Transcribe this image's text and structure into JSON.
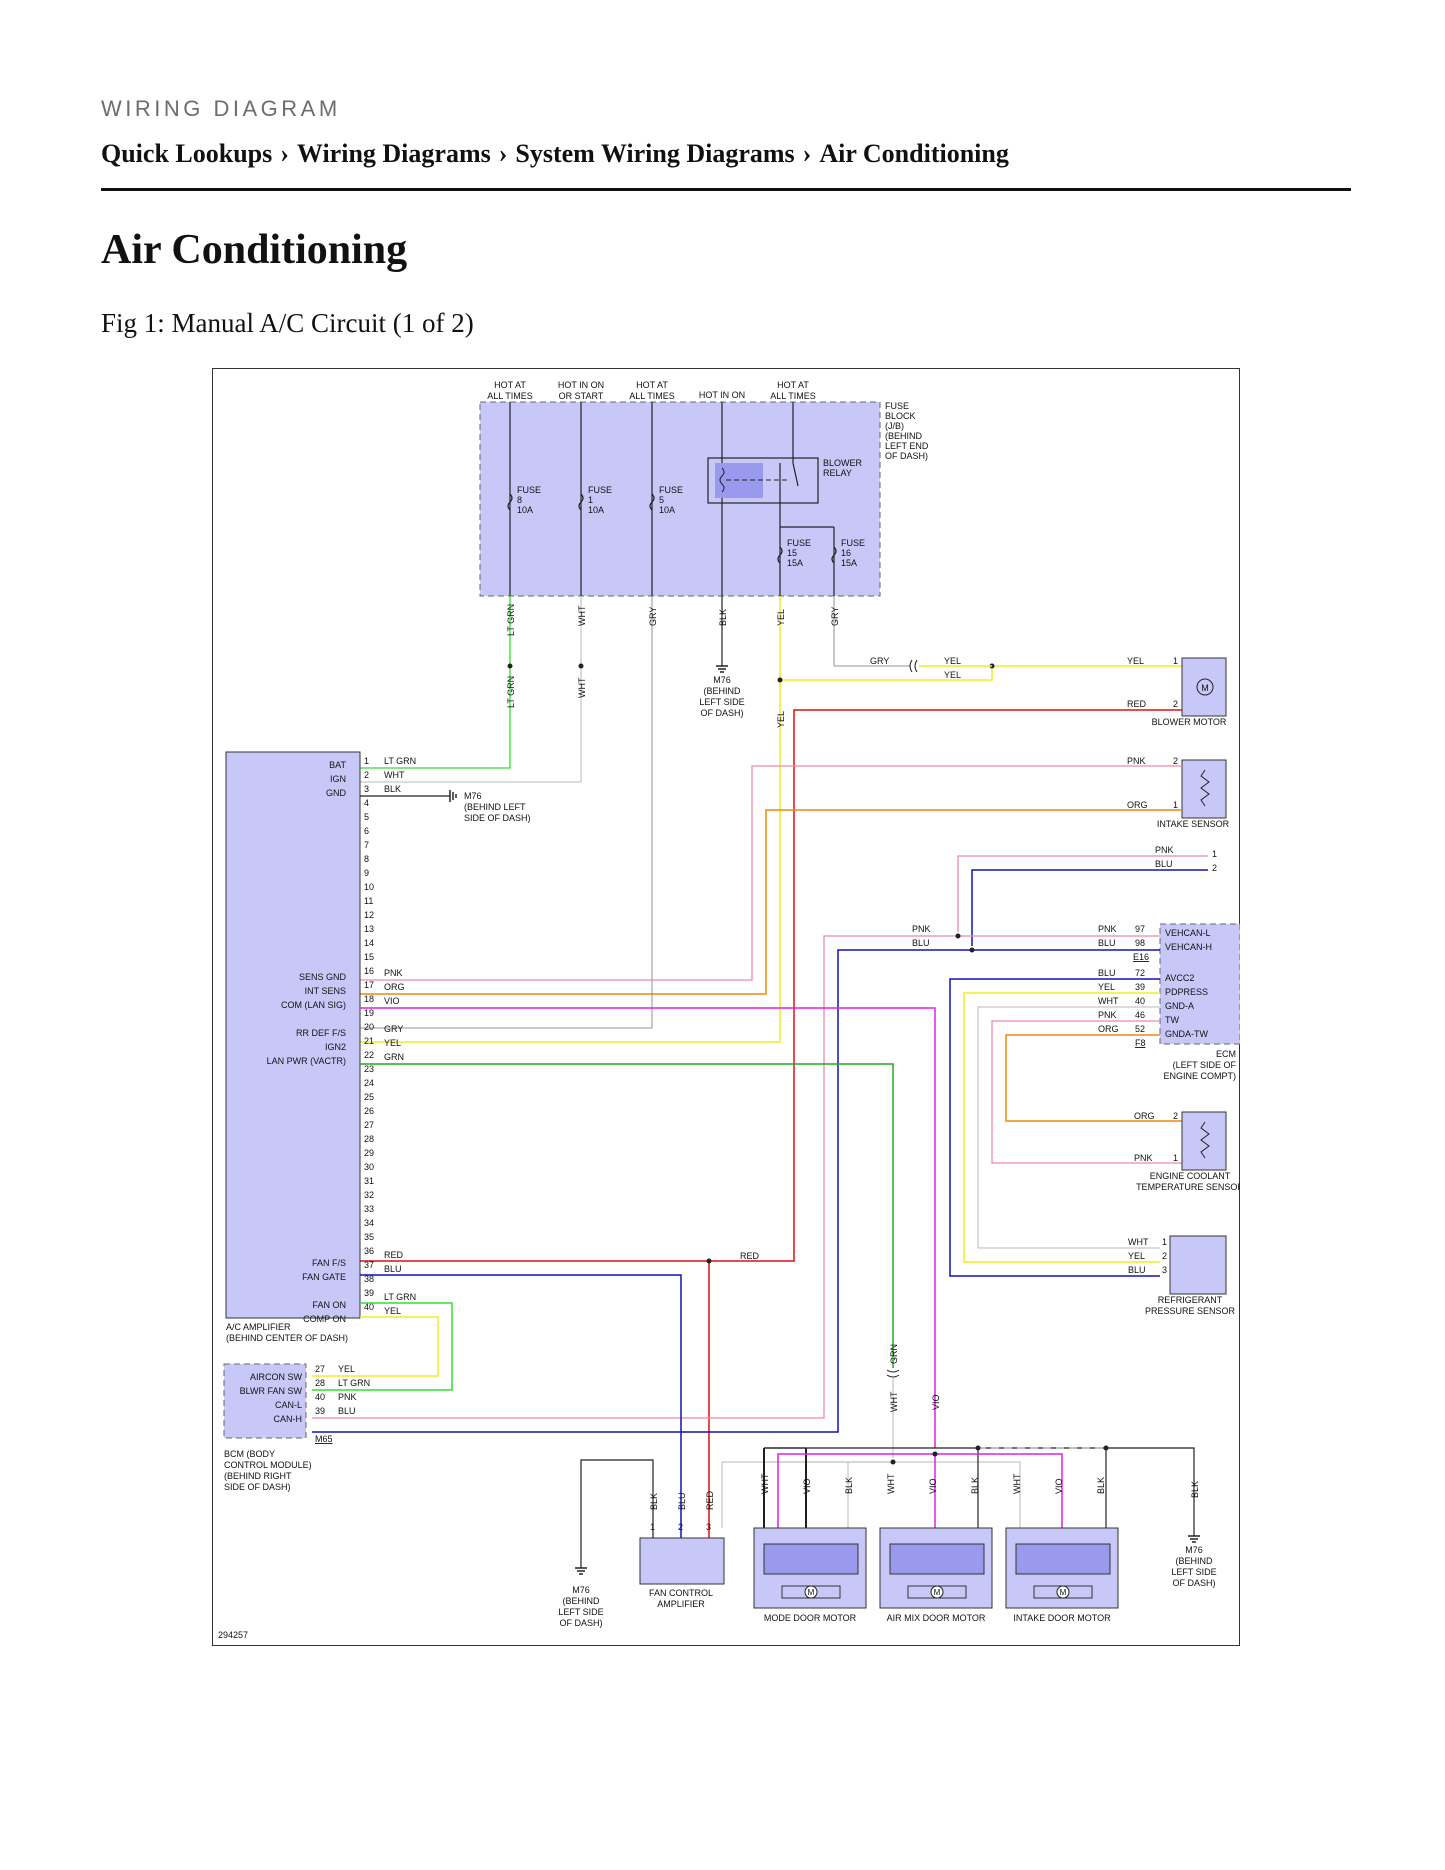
{
  "header": {
    "doc_type": "WIRING DIAGRAM",
    "breadcrumb": [
      "Quick Lookups",
      "Wiring Diagrams",
      "System Wiring Diagrams",
      "Air Conditioning"
    ],
    "separator": "›"
  },
  "page_title": "Air Conditioning",
  "figure_caption": "Fig 1: Manual A/C Circuit (1 of 2)",
  "diagram": {
    "figure_id": "294257",
    "power_labels": [
      [
        "HOT AT",
        "ALL TIMES"
      ],
      [
        "HOT IN ON",
        "OR START"
      ],
      [
        "HOT AT",
        "ALL TIMES"
      ],
      [
        "HOT IN ON"
      ],
      [
        "HOT AT",
        "ALL TIMES"
      ]
    ],
    "fuse_block": [
      "FUSE",
      "BLOCK",
      "(J/B)",
      "(BEHIND",
      "LEFT END",
      "OF DASH)"
    ],
    "blower_relay": [
      "BLOWER",
      "RELAY"
    ],
    "fuses": [
      [
        "FUSE",
        "8",
        "10A"
      ],
      [
        "FUSE",
        "1",
        "10A"
      ],
      [
        "FUSE",
        "5",
        "10A"
      ],
      [
        "FUSE",
        "15",
        "15A"
      ],
      [
        "FUSE",
        "16",
        "15A"
      ]
    ],
    "wire_labels": {
      "lt_grn": "LT GRN",
      "wht": "WHT",
      "gry": "GRY",
      "blk": "BLK",
      "yel": "YEL",
      "red": "RED",
      "pnk": "PNK",
      "org": "ORG",
      "blu": "BLU",
      "vio": "VIO",
      "grn": "GRN"
    },
    "ground_m76": [
      "M76",
      "(BEHIND",
      "LEFT SIDE",
      "OF DASH)"
    ],
    "ground_m76_left": [
      "M76",
      "(BEHIND LEFT",
      "SIDE OF DASH)"
    ],
    "blower_motor": "BLOWER MOTOR",
    "intake_sensor": "INTAKE SENSOR",
    "ecm": {
      "pins": [
        "VEHCAN-L",
        "VEHCAN-H",
        "AVCC2",
        "PDPRESS",
        "GND-A",
        "TW",
        "GNDA-TW"
      ],
      "pin_nums": [
        "97",
        "98",
        "72",
        "39",
        "40",
        "46",
        "52"
      ],
      "conn_top": "E16",
      "conn_bottom": "F8",
      "label": [
        "ECM",
        "(LEFT SIDE OF",
        "ENGINE COMPT)"
      ]
    },
    "ect_sensor": [
      "ENGINE COOLANT",
      "TEMPERATURE SENSOR"
    ],
    "refrig_sensor": [
      "REFRIGERANT",
      "PRESSURE SENSOR"
    ],
    "ac_amp": {
      "pin_labels": [
        [
          "1",
          "BAT"
        ],
        [
          "2",
          "IGN"
        ],
        [
          "3",
          "GND"
        ],
        [
          "16",
          "SENS GND"
        ],
        [
          "17",
          "INT SENS"
        ],
        [
          "18",
          "COM (LAN SIG)"
        ],
        [
          "20",
          "RR DEF F/S"
        ],
        [
          "21",
          "IGN2"
        ],
        [
          "22",
          "LAN PWR (VACTR)"
        ],
        [
          "36",
          "FAN F/S"
        ],
        [
          "37",
          "FAN GATE"
        ],
        [
          "39",
          "FAN ON"
        ],
        [
          "40",
          "COMP ON"
        ]
      ],
      "label": [
        "A/C AMPLIFIER",
        "(BEHIND CENTER OF DASH)"
      ]
    },
    "bcm": {
      "pins": [
        [
          "27",
          "AIRCON SW",
          "YEL"
        ],
        [
          "28",
          "BLWR FAN SW",
          "LT GRN"
        ],
        [
          "40",
          "CAN-L",
          "PNK"
        ],
        [
          "39",
          "CAN-H",
          "BLU"
        ]
      ],
      "conn": "M65",
      "label": [
        "BCM (BODY",
        "CONTROL MODULE)",
        "(BEHIND RIGHT",
        "SIDE OF DASH)"
      ]
    },
    "fan_control_amp": [
      "FAN CONTROL",
      "AMPLIFIER"
    ],
    "door_motors": [
      "MODE DOOR MOTOR",
      "AIR MIX DOOR MOTOR",
      "INTAKE DOOR MOTOR"
    ],
    "motor_symbol": "M",
    "colors": {
      "lt_grn": "#33dd33",
      "wht": "#c8c8c8",
      "gry": "#aaaaaa",
      "blk": "#222222",
      "yel": "#eeee22",
      "red": "#dd1111",
      "pnk": "#ee88aa",
      "org": "#ee8811",
      "blu": "#1111bb",
      "vio": "#dd22dd",
      "grn": "#22aa22",
      "box_fill": "#c8c8f8",
      "relay_fill": "#9999ee"
    }
  }
}
